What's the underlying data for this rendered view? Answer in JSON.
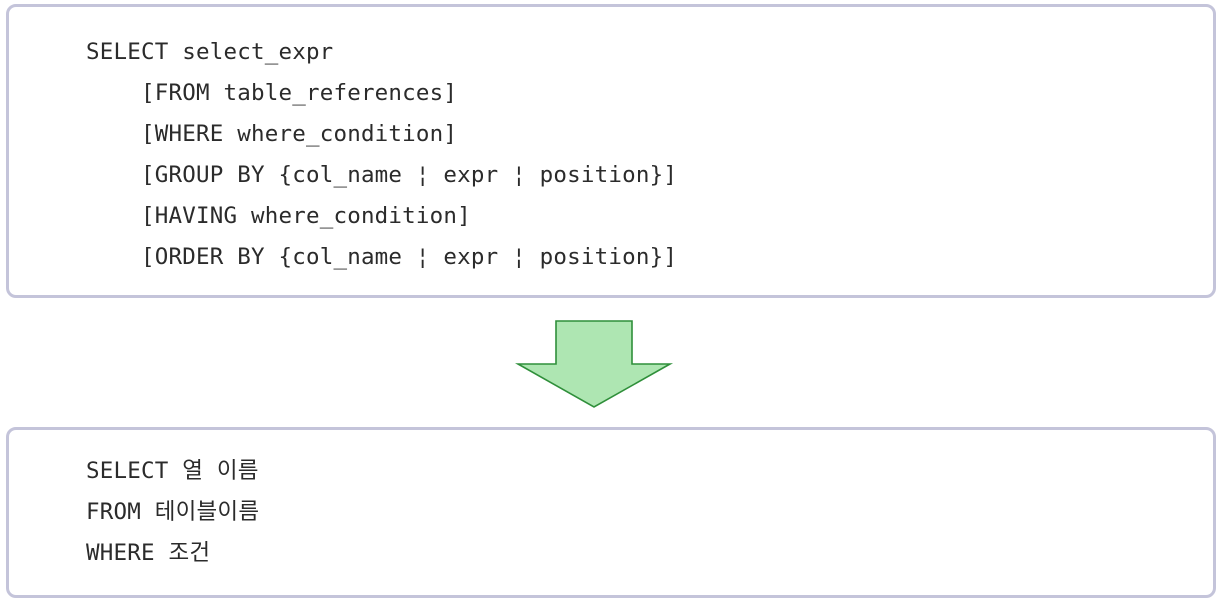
{
  "full_syntax": {
    "lines": [
      "SELECT select_expr",
      "[FROM table_references]",
      "[WHERE where_condition]",
      "[GROUP BY {col_name ¦ expr ¦ position}]",
      "[HAVING where_condition]",
      "[ORDER BY {col_name ¦ expr ¦ position}]"
    ]
  },
  "simple_syntax": {
    "lines": [
      "SELECT 열 이름",
      "FROM 테이블이름",
      "WHERE 조건"
    ]
  },
  "arrow": {
    "fill": "#aee6b2",
    "stroke": "#2f8f3a",
    "direction": "down"
  },
  "colors": {
    "box_border": "#c4c4da",
    "text": "#2b2b2b"
  }
}
